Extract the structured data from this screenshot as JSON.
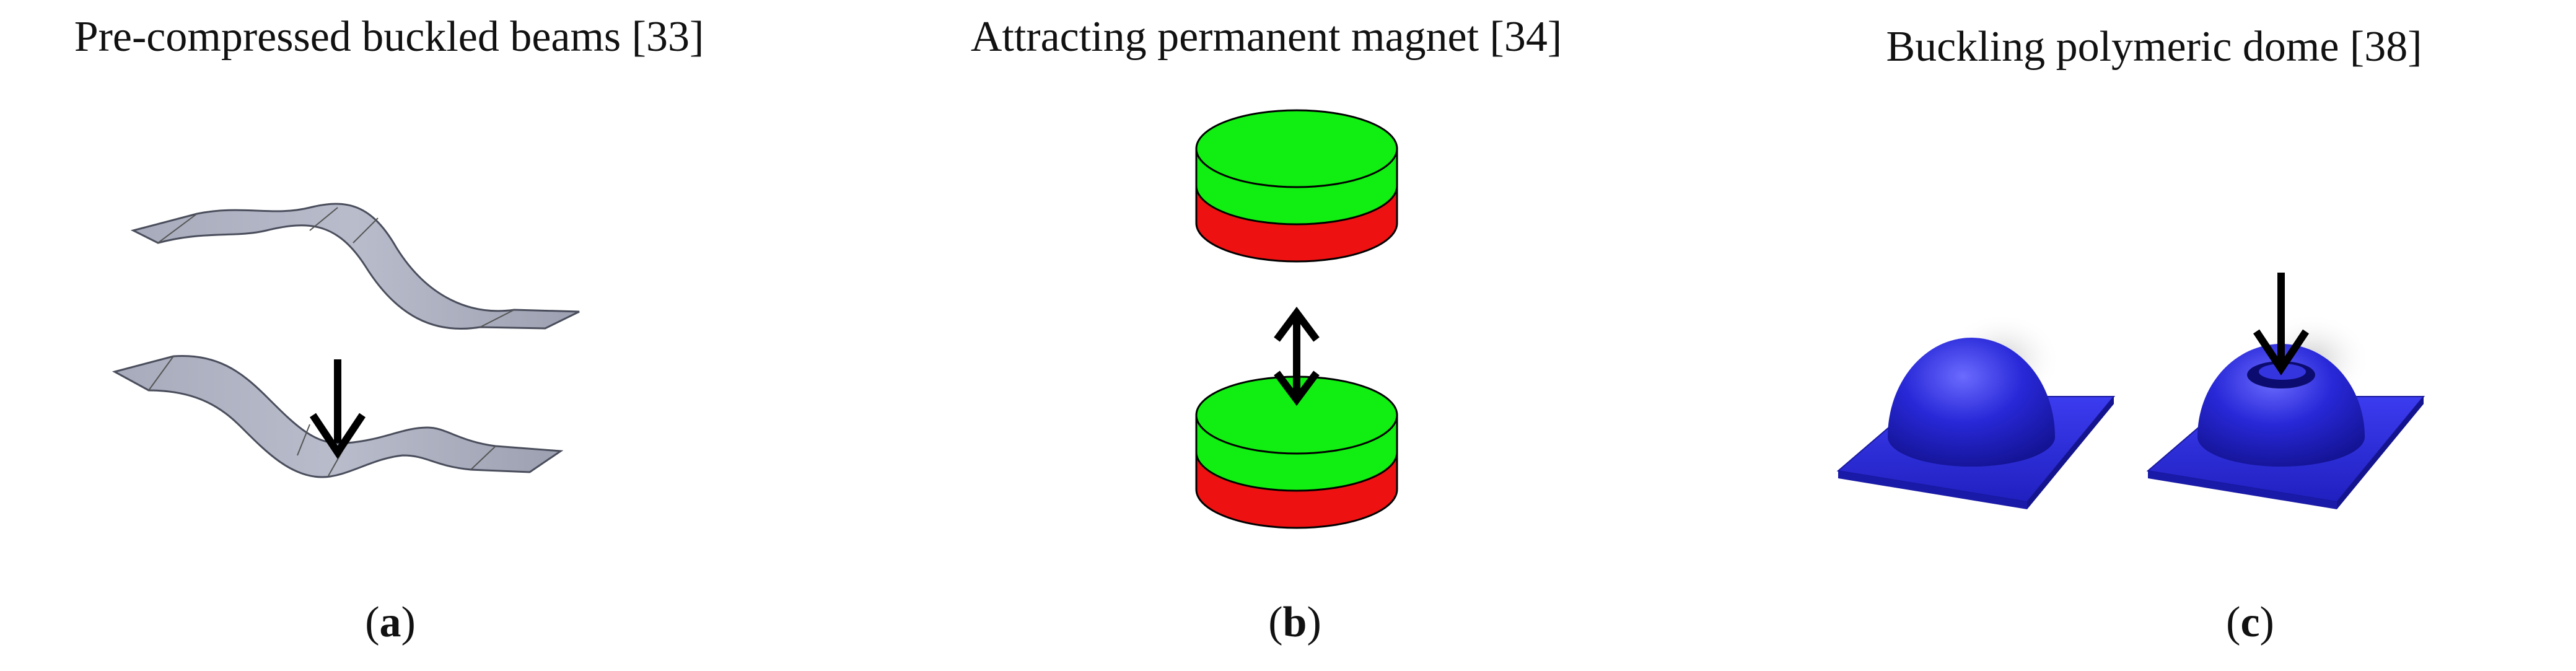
{
  "panels": [
    {
      "title": "Pre-compressed buckled beams [33]",
      "label_open": "(",
      "label_letter": "a",
      "label_close": ")"
    },
    {
      "title": "Attracting permanent magnet [34]",
      "label_open": "(",
      "label_letter": "b",
      "label_close": ")"
    },
    {
      "title": "Buckling polymeric dome [38]",
      "label_open": "(",
      "label_letter": "c",
      "label_close": ")"
    }
  ],
  "colors": {
    "beam": "#9fa4b3",
    "beam_edge": "#4a4e5c",
    "magnet_top": "#11ee11",
    "magnet_side": "#ee1111",
    "dome": "#2a2ad8",
    "arrow": "#000000"
  }
}
